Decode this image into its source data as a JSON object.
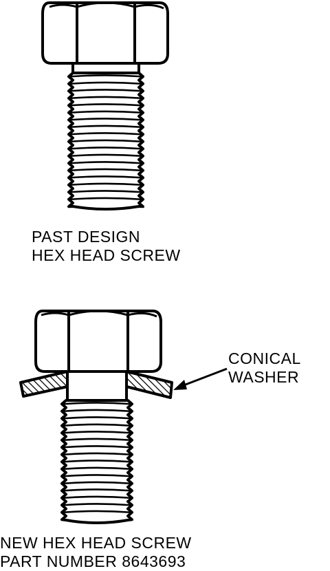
{
  "figure": {
    "past": {
      "caption_line1": "PAST DESIGN",
      "caption_line2": "HEX HEAD SCREW"
    },
    "new": {
      "caption_line1": "NEW HEX HEAD SCREW",
      "caption_line2": "PART NUMBER 8643693"
    },
    "washer_callout": {
      "line1": "CONICAL",
      "line2": "WASHER"
    }
  },
  "colors": {
    "ink": "#000000",
    "paper": "#ffffff"
  }
}
